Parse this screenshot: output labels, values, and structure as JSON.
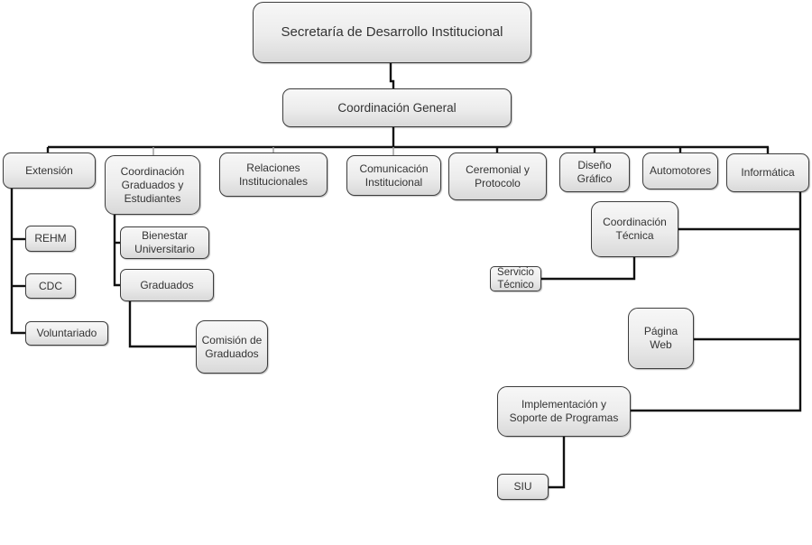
{
  "diagram": {
    "type": "org-chart",
    "colors": {
      "line": "#111111",
      "line_light": "#a0a0a0",
      "box_border": "#3c3c3c",
      "box_fill_top": "#f7f7f7",
      "box_fill_bottom": "#d9d9d9",
      "text": "#333333"
    },
    "root": {
      "label": "Secretaría de Desarrollo Institucional"
    },
    "general": {
      "label": "Coordinación General"
    },
    "areas": [
      {
        "key": "extension",
        "label": "Extensión"
      },
      {
        "key": "coord_graduados",
        "label": "Coordinación\nGraduados y\nEstudiantes"
      },
      {
        "key": "relaciones",
        "label": "Relaciones\nInstitucionales"
      },
      {
        "key": "comunicacion",
        "label": "Comunicación\nInstitucional"
      },
      {
        "key": "ceremonial",
        "label": "Ceremonial y\nProtocolo"
      },
      {
        "key": "diseno",
        "label": "Diseño\nGráfico"
      },
      {
        "key": "automotores",
        "label": "Automotores"
      },
      {
        "key": "informatica",
        "label": "Informática"
      }
    ],
    "extension_children": [
      {
        "key": "rehm",
        "label": "REHM"
      },
      {
        "key": "cdc",
        "label": "CDC"
      },
      {
        "key": "voluntariado",
        "label": "Voluntariado"
      }
    ],
    "coord_graduados_children": [
      {
        "key": "bienestar",
        "label": "Bienestar\nUniversitario"
      },
      {
        "key": "graduados",
        "label": "Graduados"
      }
    ],
    "graduados_children": [
      {
        "key": "comision",
        "label": "Comisión de\nGraduados"
      }
    ],
    "informatica_children": [
      {
        "key": "coord_tecnica",
        "label": "Coordinación\nTécnica"
      },
      {
        "key": "pagina_web",
        "label": "Página\nWeb"
      },
      {
        "key": "implementacion",
        "label": "Implementación y\nSoporte de Programas"
      }
    ],
    "coord_tecnica_children": [
      {
        "key": "servicio_tecnico",
        "label": "Servicio\nTécnico"
      }
    ],
    "implementacion_children": [
      {
        "key": "siu",
        "label": "SIU"
      }
    ],
    "edges": [
      [
        "root",
        "general"
      ],
      [
        "general",
        "extension"
      ],
      [
        "general",
        "coord_graduados"
      ],
      [
        "general",
        "relaciones"
      ],
      [
        "general",
        "comunicacion"
      ],
      [
        "general",
        "ceremonial"
      ],
      [
        "general",
        "diseno"
      ],
      [
        "general",
        "automotores"
      ],
      [
        "general",
        "informatica"
      ],
      [
        "extension",
        "rehm"
      ],
      [
        "extension",
        "cdc"
      ],
      [
        "extension",
        "voluntariado"
      ],
      [
        "coord_graduados",
        "bienestar"
      ],
      [
        "coord_graduados",
        "graduados"
      ],
      [
        "graduados",
        "comision"
      ],
      [
        "informatica",
        "coord_tecnica"
      ],
      [
        "informatica",
        "pagina_web"
      ],
      [
        "informatica",
        "implementacion"
      ],
      [
        "coord_tecnica",
        "servicio_tecnico"
      ],
      [
        "implementacion",
        "siu"
      ]
    ]
  }
}
